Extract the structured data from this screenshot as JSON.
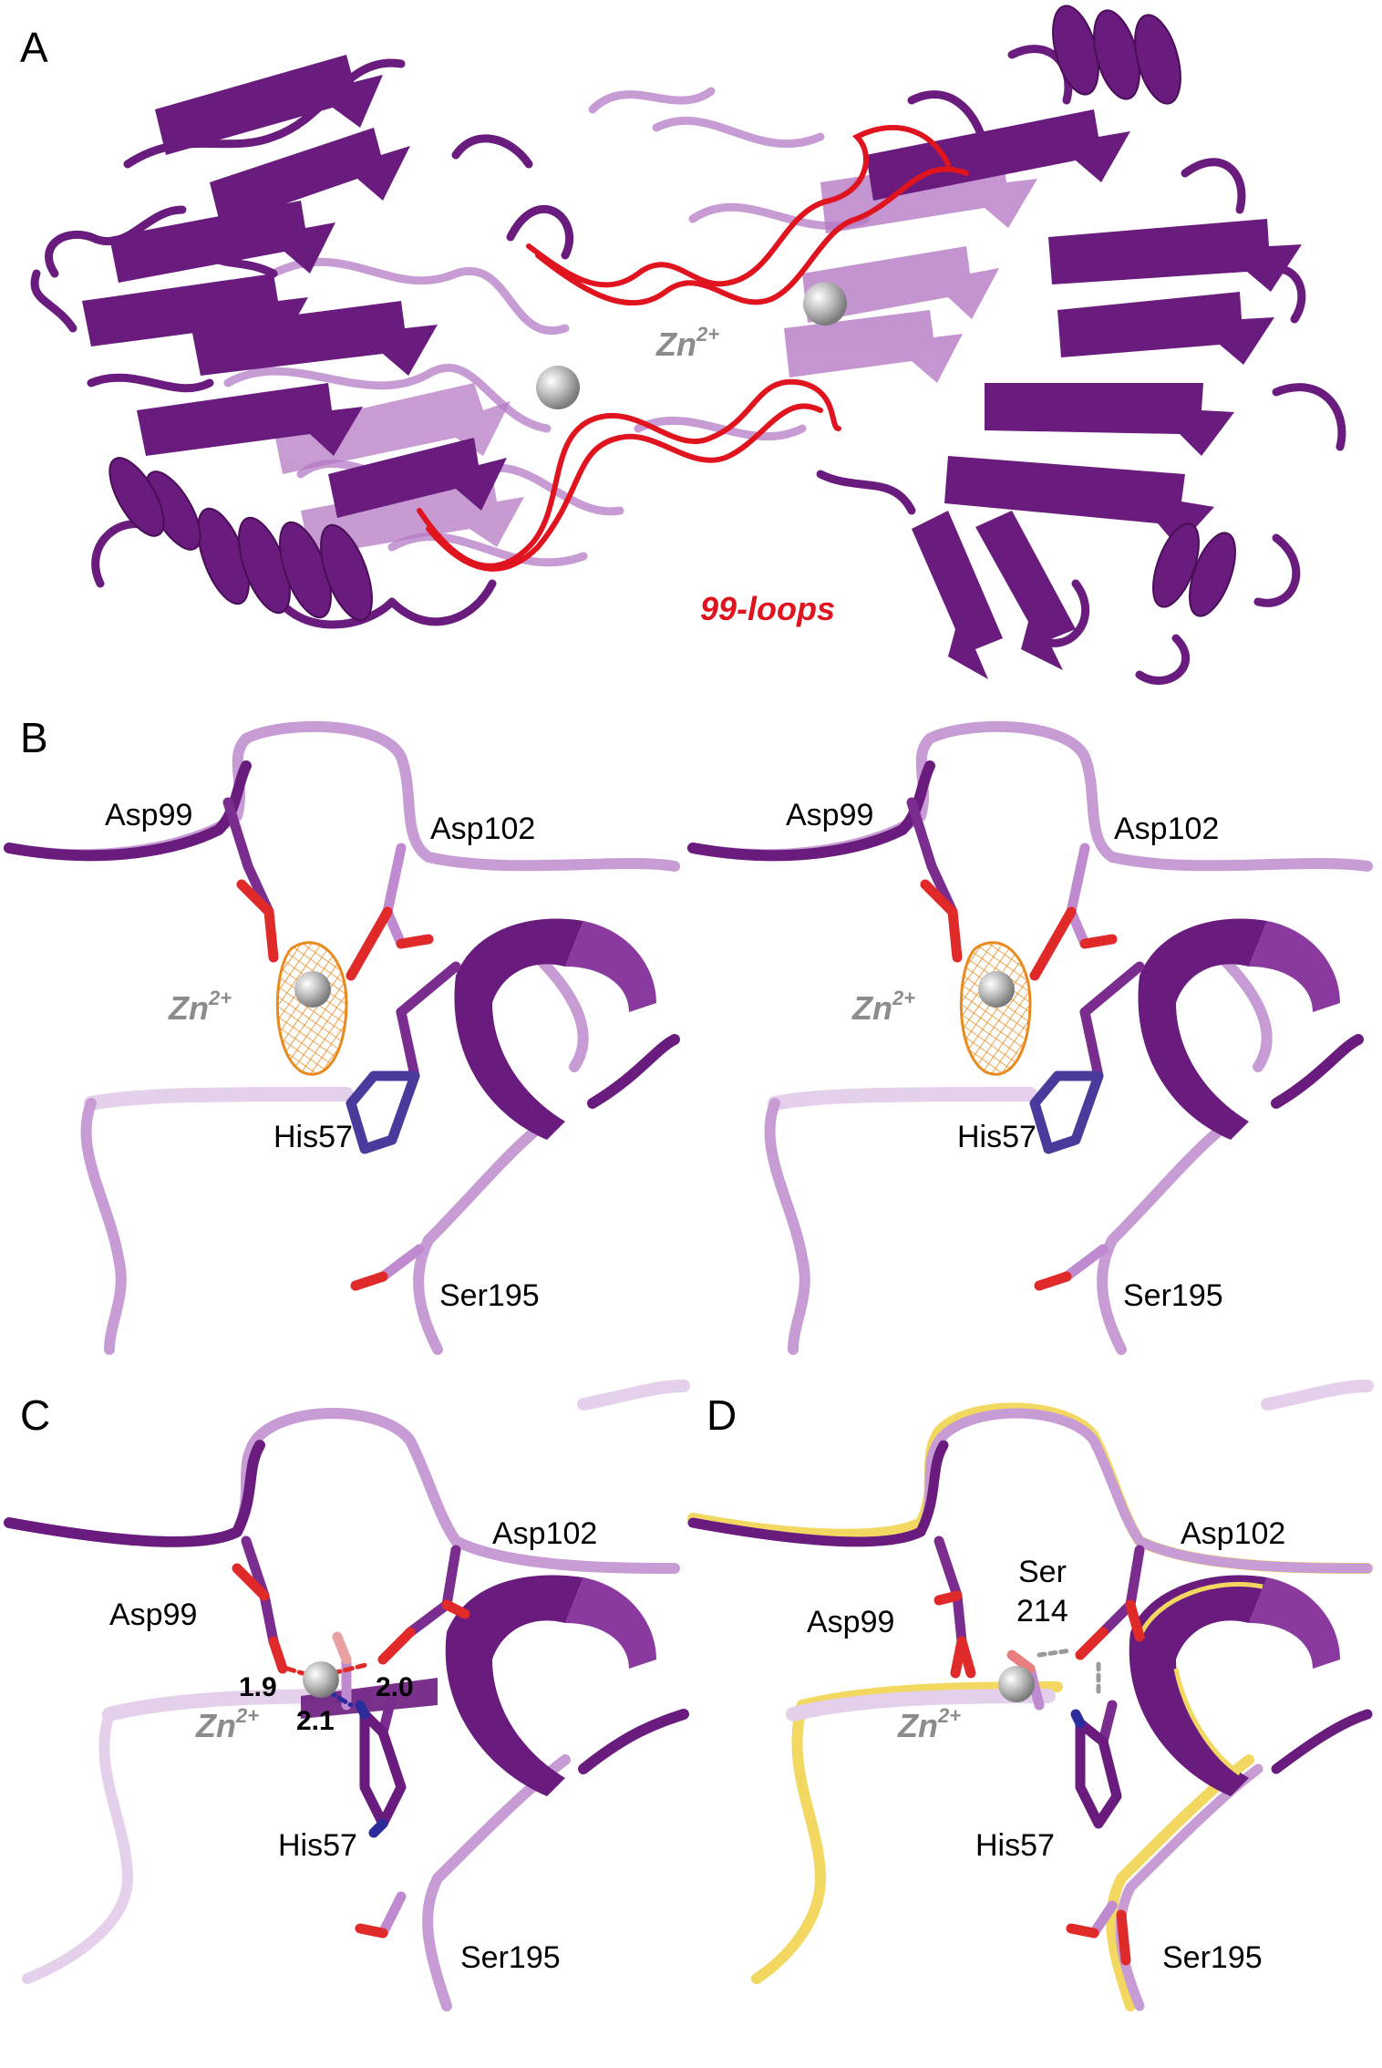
{
  "colors": {
    "protein_dark": "#6a1b7e",
    "protein_light": "#c79bd3",
    "loop_red": "#e0141e",
    "zinc_grey": "#b9b9b9",
    "oxygen_red": "#e02929",
    "nitrogen_blue": "#2b2b9c",
    "density_orange": "#e88a1e",
    "overlay_yellow": "#f2d860"
  },
  "panels": {
    "A": {
      "label": "A",
      "zn_base": "Zn",
      "zn_charge": "2+",
      "loops_label": "99-loops"
    },
    "B_left": {
      "label": "B",
      "asp99": "Asp99",
      "asp102": "Asp102",
      "zn_base": "Zn",
      "zn_charge": "2+",
      "his57": "His57",
      "ser195": "Ser195"
    },
    "B_right": {
      "asp99": "Asp99",
      "asp102": "Asp102",
      "zn_base": "Zn",
      "zn_charge": "2+",
      "his57": "His57",
      "ser195": "Ser195"
    },
    "C": {
      "label": "C",
      "asp99": "Asp99",
      "asp102": "Asp102",
      "zn_base": "Zn",
      "zn_charge": "2+",
      "his57": "His57",
      "ser195": "Ser195",
      "dist_asp99": "1.9",
      "dist_asp102": "2.0",
      "dist_his57": "2.1"
    },
    "D": {
      "label": "D",
      "asp99": "Asp99",
      "asp102": "Asp102",
      "ser_line1": "Ser",
      "ser_line2": "214",
      "zn_base": "Zn",
      "zn_charge": "2+",
      "his57": "His57",
      "ser195": "Ser195"
    }
  }
}
